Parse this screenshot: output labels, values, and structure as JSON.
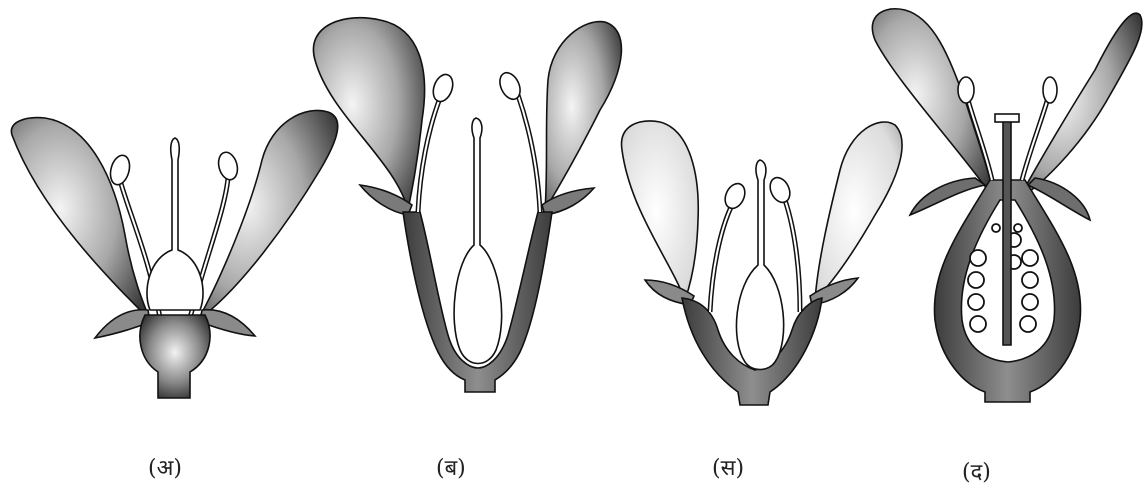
{
  "figure": {
    "labels": {
      "a": "(अ)",
      "b": "(ब)",
      "s": "(स)",
      "d": "(द)"
    }
  }
}
